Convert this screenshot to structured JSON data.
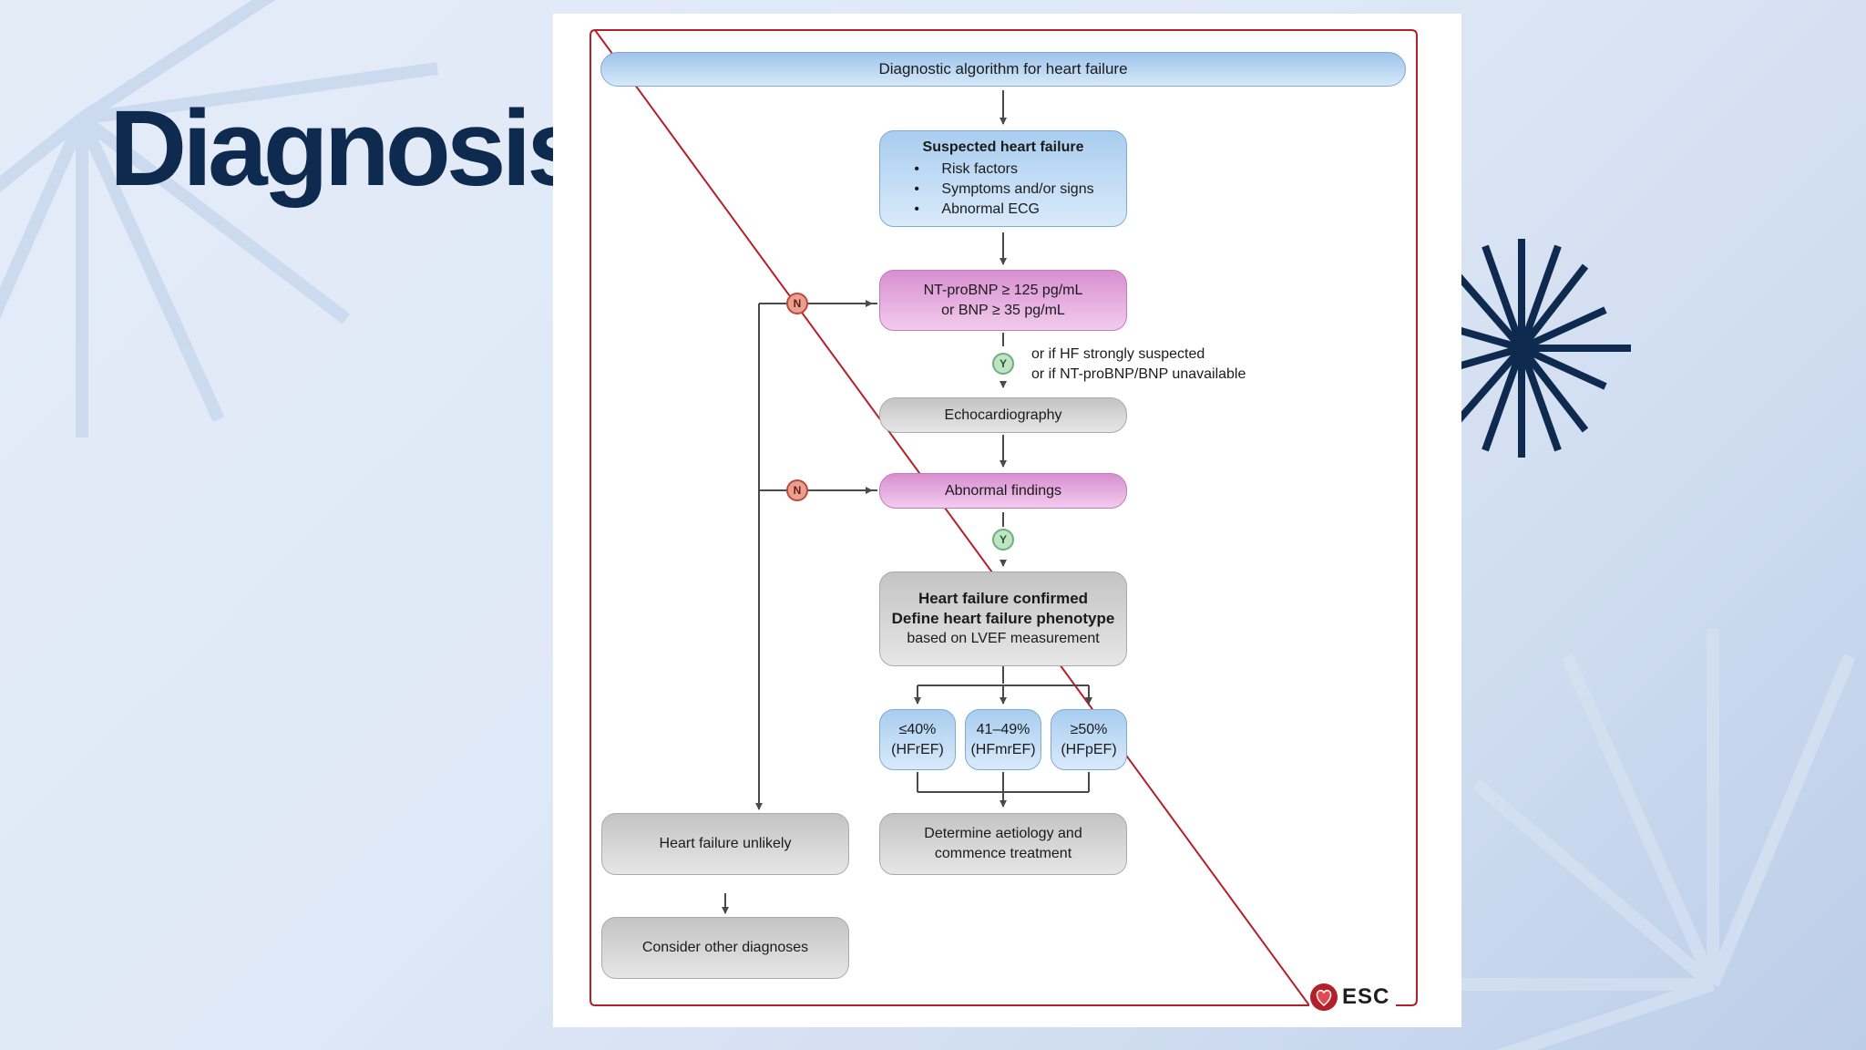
{
  "slide": {
    "title": "Diagnosis"
  },
  "diagram": {
    "header": "Diagnostic algorithm for heart failure",
    "suspected": {
      "title": "Suspected heart failure",
      "bullets": [
        "Risk factors",
        "Symptoms and/or signs",
        "Abnormal ECG"
      ]
    },
    "natriuretic": {
      "line1": "NT-proBNP ≥ 125 pg/mL",
      "line2": "or BNP ≥ 35 pg/mL"
    },
    "yes_note": {
      "line1": "or if HF strongly suspected",
      "line2": "or if NT-proBNP/BNP unavailable"
    },
    "echo": "Echocardiography",
    "abnormal": "Abnormal findings",
    "confirmed": {
      "line1": "Heart failure confirmed",
      "line2": "Define heart failure phenotype",
      "line3": "based on LVEF measurement"
    },
    "phenotypes": [
      {
        "range": "≤40%",
        "name": "(HFrEF)"
      },
      {
        "range": "41–49%",
        "name": "(HFmrEF)"
      },
      {
        "range": "≥50%",
        "name": "(HFpEF)"
      }
    ],
    "treatment": {
      "line1": "Determine aetiology and",
      "line2": "commence treatment"
    },
    "unlikely": "Heart failure unlikely",
    "other": "Consider other diagnoses",
    "no_label": "N",
    "yes_label": "Y",
    "logo": "ESC"
  },
  "colors": {
    "title": "#0e2a4f",
    "frame": "#b3202a",
    "blue_box": "#a9cdef",
    "pink_box": "#d88fd0",
    "gray_box": "#c4c4c4"
  }
}
